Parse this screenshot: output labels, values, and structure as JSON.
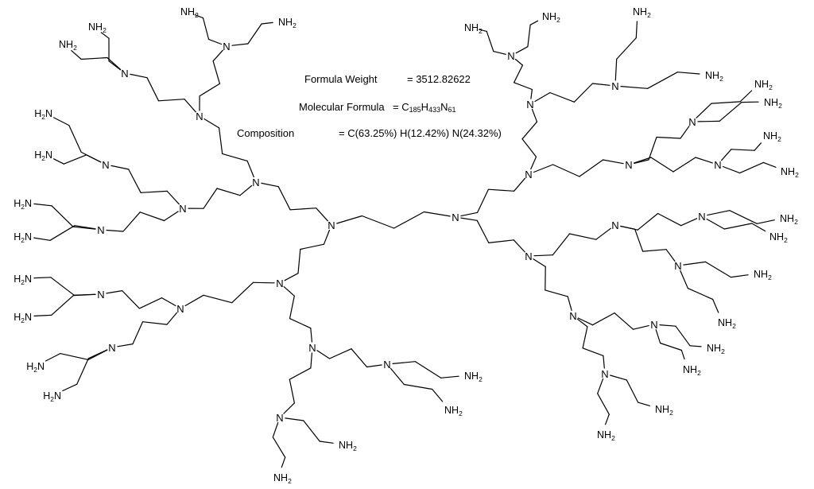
{
  "properties": {
    "formula_weight": {
      "label": "Formula Weight",
      "value": "= 3512.82622"
    },
    "molecular_formula": {
      "label": "Molecular Formula",
      "prefix": "= ",
      "parts": [
        {
          "el": "C",
          "n": "185"
        },
        {
          "el": "H",
          "n": "433"
        },
        {
          "el": "N",
          "n": "61"
        }
      ]
    },
    "composition": {
      "label": "Composition",
      "value": "= C(63.25%) H(12.42%) N(24.32%)"
    }
  },
  "atom_labels": {
    "tertiary_amine": "N",
    "amine_group": {
      "main": "NH",
      "sub": "2"
    },
    "amine_group_left": {
      "main": "H",
      "sub": "2",
      "tail": "N"
    }
  }
}
